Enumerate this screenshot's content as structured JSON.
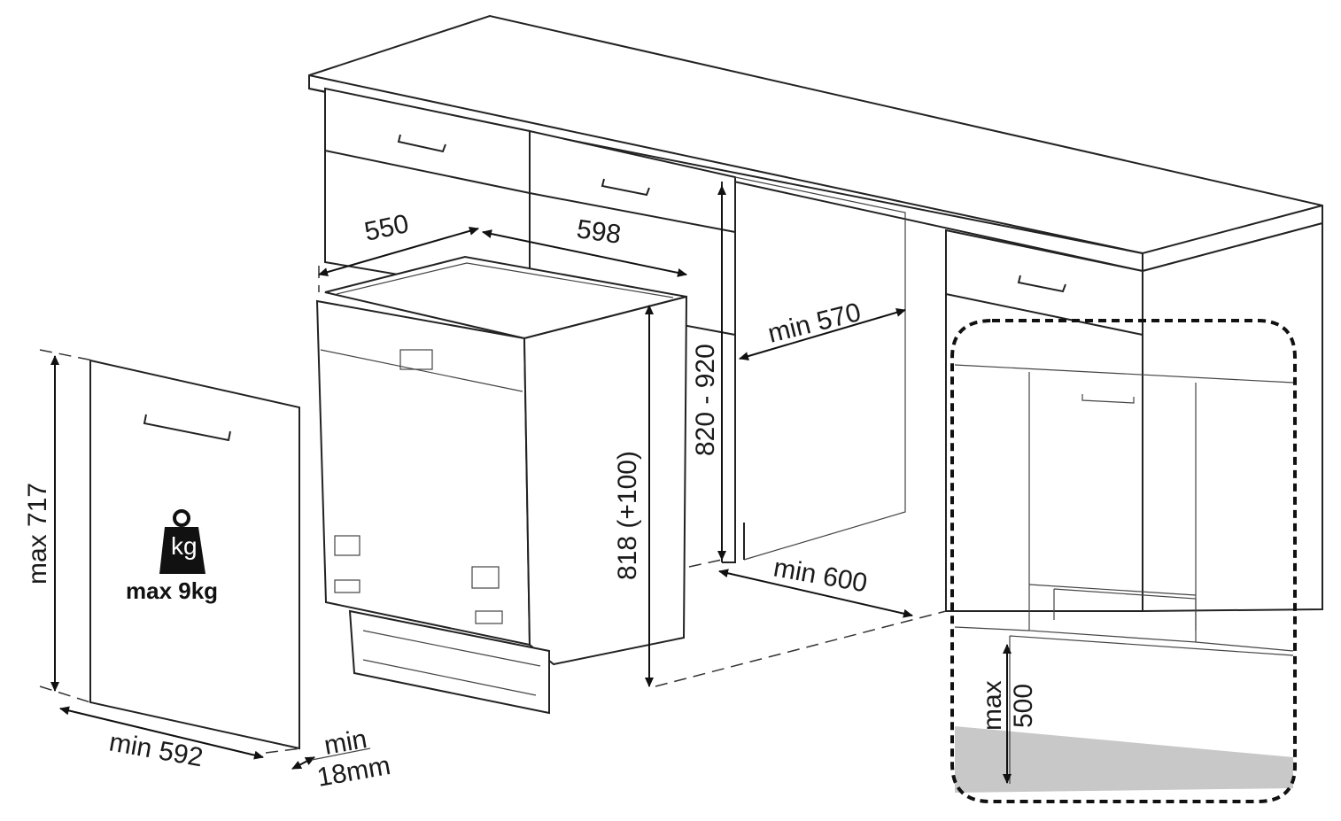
{
  "dimensions": {
    "cabinet_depth": "550",
    "cabinet_width": "598",
    "countertop_height": "820 - 920",
    "niche_depth": "min 570",
    "niche_width": "min 600",
    "appliance_height": "818 (+100)",
    "door_height": "max 717",
    "door_width": "min 592",
    "door_thickness_min": "min",
    "door_thickness_value": "18mm",
    "plinth_max_label": "max",
    "plinth_max_value": "500"
  },
  "door_weight": {
    "icon_text": "kg",
    "label": "max 9kg"
  },
  "colors": {
    "line": "#222222",
    "plinth_fill": "#c8c8c8",
    "detail_frame": "#111111",
    "weight_icon": "#111111"
  },
  "icons": {
    "weight": "kg-weight-icon",
    "arrow": "double-arrow"
  }
}
